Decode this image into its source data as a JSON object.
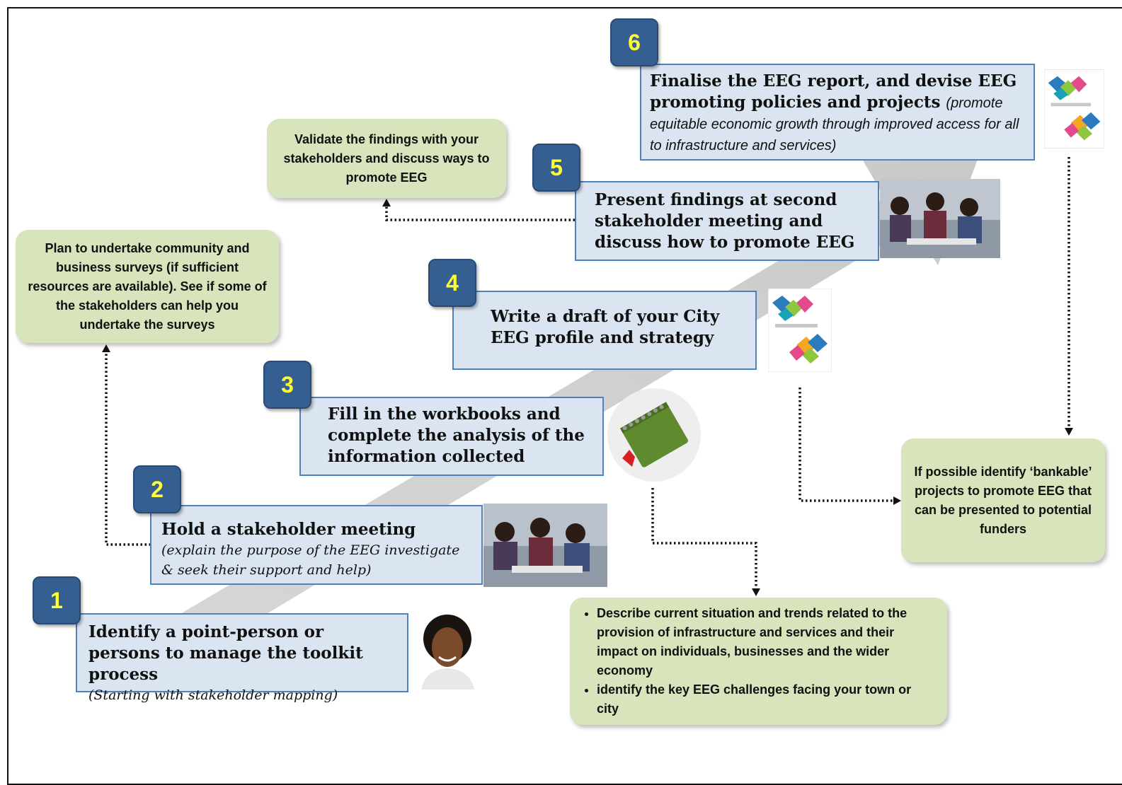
{
  "steps": [
    {
      "number": "1",
      "main": "Identify a point-person or persons to manage the toolkit process",
      "detail": "(Starting with stakeholder mapping)"
    },
    {
      "number": "2",
      "main": "Hold a stakeholder meeting",
      "detail": "(explain the purpose of the EEG investigate & seek their support and help)"
    },
    {
      "number": "3",
      "main": "Fill in the workbooks and complete the analysis of the information collected",
      "detail": ""
    },
    {
      "number": "4",
      "main": "Write a draft of your City EEG profile and strategy",
      "detail": ""
    },
    {
      "number": "5",
      "main": "Present findings at second stakeholder meeting and discuss how to promote EEG",
      "detail": ""
    },
    {
      "number": "6",
      "main": "Finalise the EEG report, and devise EEG promoting policies and projects",
      "detail": "(promote equitable economic growth through improved access for all to infrastructure and services)"
    }
  ],
  "notes": {
    "surveys": "Plan to undertake community and business surveys (if sufficient resources are available).  See if some of the stakeholders can help you undertake the surveys",
    "validate": "Validate the findings with your stakeholders and discuss ways to promote EEG",
    "bankable": "If possible identify ‘bankable’ projects to promote EEG that can be presented to potential funders",
    "describe": [
      "Describe current situation and trends related to the provision of infrastructure  and services and their impact on individuals, businesses and the wider economy",
      "identify the key EEG  challenges facing your town or city"
    ]
  },
  "icons": {
    "person": "woman-portrait-icon",
    "meeting": "meeting-photo-icon",
    "notebook": "green-notebook-icon",
    "report": "report-cover-icon"
  },
  "colors": {
    "badge": "#365f91",
    "badge_text": "#ffff33",
    "step_fill": "#dbe5f1",
    "step_border": "#4f81bd",
    "note_fill": "#d7e4bc"
  }
}
